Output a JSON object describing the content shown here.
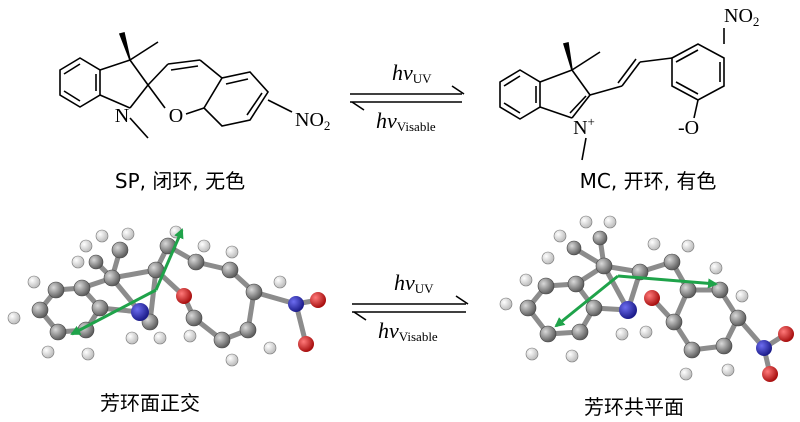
{
  "top": {
    "sp": {
      "atom_n": "N",
      "atom_o": "O",
      "nitro": "NO",
      "nitro_sub": "2",
      "caption": "SP, 闭环, 无色"
    },
    "mc": {
      "atom_n": "N",
      "charge_plus": "+",
      "nitro": "NO",
      "nitro_sub": "2",
      "oxide": "-O",
      "caption": "MC, 开环, 有色"
    },
    "arrows": {
      "upper": "hv",
      "upper_sub": "UV",
      "lower": "hv",
      "lower_sub": "Visable"
    }
  },
  "bottom": {
    "left_caption": "芳环面正交",
    "right_caption": "芳环共平面",
    "arrows": {
      "upper": "hv",
      "upper_sub": "UV",
      "lower": "hv",
      "lower_sub": "Visable"
    }
  },
  "colors": {
    "carbon": "#7a7a7a",
    "hydrogen": "#f2f2f2",
    "nitrogen": "#2b2bb8",
    "oxygen": "#d81c1c",
    "axis_arrow": "#1fa34a"
  }
}
